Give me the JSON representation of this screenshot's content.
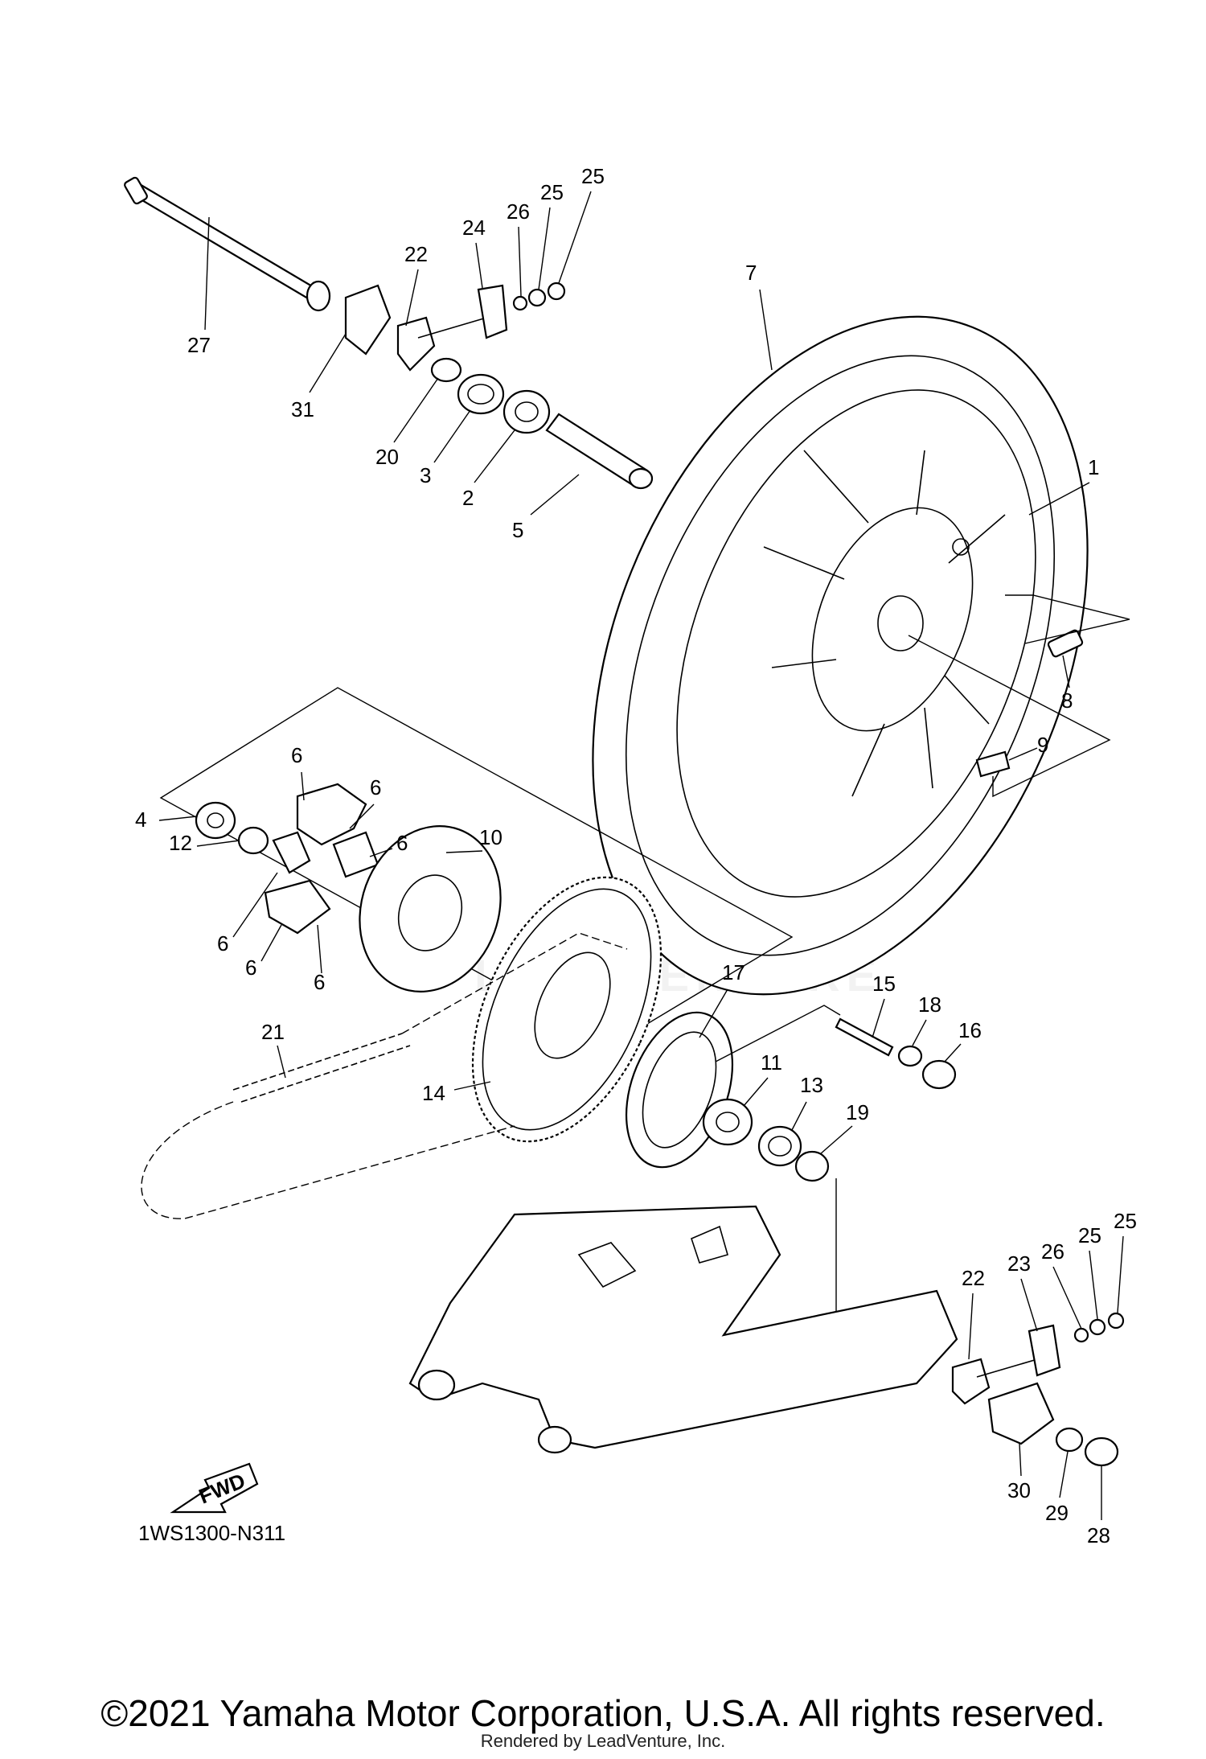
{
  "diagram": {
    "code_label": "1WS1300-N311",
    "fwd_label": "FWD",
    "callouts": [
      "1",
      "2",
      "3",
      "4",
      "5",
      "6",
      "7",
      "8",
      "9",
      "10",
      "11",
      "12",
      "13",
      "14",
      "15",
      "16",
      "17",
      "18",
      "19",
      "20",
      "21",
      "22",
      "23",
      "24",
      "25",
      "26",
      "27",
      "28",
      "29",
      "30",
      "31"
    ]
  },
  "watermark": "LEADVENTURE",
  "footer": {
    "copyright": "©2021 Yamaha Motor Corporation, U.S.A. All rights reserved.",
    "rendered_by": "Rendered by LeadVenture, Inc."
  }
}
